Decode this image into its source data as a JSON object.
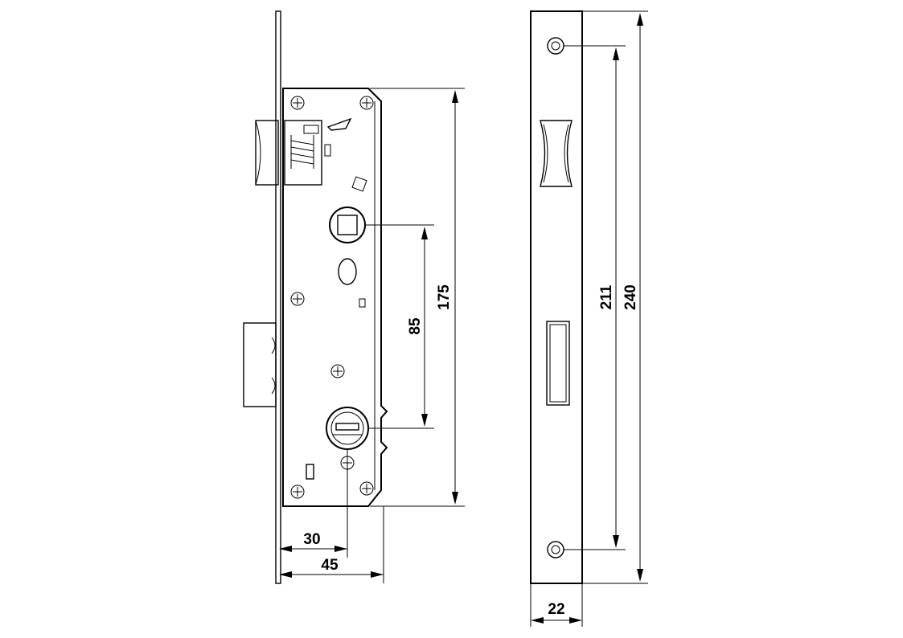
{
  "drawing": {
    "subject": "mortise lock body",
    "views": [
      "side-view",
      "front-faceplate-view"
    ],
    "dimensions": {
      "backset": "30",
      "lock_depth": "45",
      "handle_to_cylinder": "85",
      "case_height": "175",
      "screw_spacing": "211",
      "faceplate_height": "240",
      "faceplate_width": "22"
    },
    "colors": {
      "line": "#000000",
      "background": "#ffffff"
    }
  }
}
